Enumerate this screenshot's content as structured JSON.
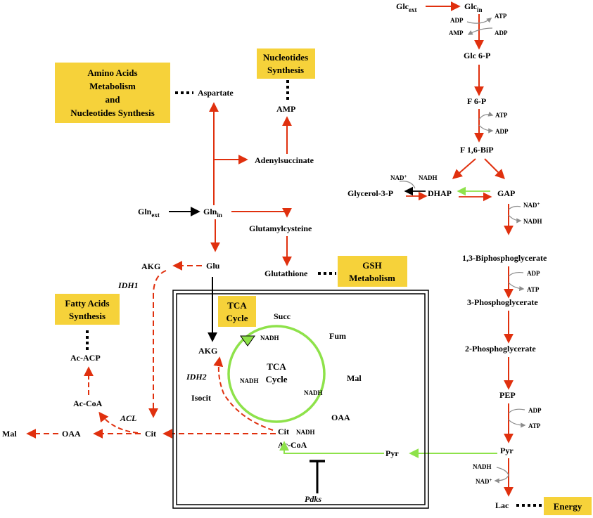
{
  "colors": {
    "red": "#e0300e",
    "green": "#8ee24a",
    "yellow_box": "#f6d23a",
    "gray": "#8c8c8c",
    "black": "#000000"
  },
  "metabolites": {
    "glc_ext": "Glc",
    "glc_ext_sub": "ext",
    "glc_in": "Glc",
    "glc_in_sub": "in",
    "glc6p": "Glc 6-P",
    "f6p": "F 6-P",
    "f16bip": "F 1,6-BiP",
    "glycerol3p": "Glycerol-3-P",
    "dhap": "DHAP",
    "gap": "GAP",
    "bpg13": "1,3-Biphosphoglycerate",
    "pg3": "3-Phosphoglycerate",
    "pg2": "2-Phosphoglycerate",
    "pep": "PEP",
    "pyr_right": "Pyr",
    "lac": "Lac",
    "pyr_mid": "Pyr",
    "gln_ext": "Gln",
    "gln_ext_sub": "ext",
    "gln_in": "Gln",
    "gln_in_sub": "in",
    "aspartate": "Aspartate",
    "amp": "AMP",
    "adenylsuccinate": "Adenylsuccinate",
    "glutamylcysteine": "Glutamylcysteine",
    "glutathione": "Glutathione",
    "glu": "Glu",
    "akg_out": "AKG",
    "akg_in": "AKG",
    "isocit": "Isocit",
    "cit_in": "Cit",
    "acoa_in": "Ac-CoA",
    "succ": "Succ",
    "fum": "Fum",
    "mal_in": "Mal",
    "oaa_in": "OAA",
    "cit_out": "Cit",
    "oaa_out": "OAA",
    "mal_out": "Mal",
    "acoa_out": "Ac-CoA",
    "acacp": "Ac-ACP"
  },
  "cofactors": {
    "adp_1": "ADP",
    "atp_1": "ATP",
    "amp_1": "AMP",
    "adp_2": "ADP",
    "atp_2": "ATP",
    "adp_3": "ADP",
    "nad_gly": "NAD",
    "nadh_gly": "NADH",
    "nad_gap": "NAD",
    "nadh_gap": "NADH",
    "adp_4": "ADP",
    "atp_4": "ATP",
    "adp_5": "ADP",
    "atp_5": "ATP",
    "nadh_lac": "NADH",
    "nad_lac": "NAD",
    "nadh_tca_1": "NADH",
    "nadh_tca_2": "NADH",
    "nadh_tca_3": "NADH",
    "nadh_tca_4": "NADH",
    "plus": "+"
  },
  "enzymes": {
    "idh1": "IDH1",
    "idh2": "IDH2",
    "acl": "ACL",
    "pdks": "Pdks"
  },
  "boxes": {
    "amino_acids": [
      "Amino Acids",
      "Metabolism",
      "and",
      "Nucleotides Synthesis"
    ],
    "nucleotides": [
      "Nucleotides",
      "Synthesis"
    ],
    "gsh": [
      "GSH",
      "Metabolism"
    ],
    "fatty_acids": [
      "Fatty Acids",
      "Synthesis"
    ],
    "tca_box": [
      "TCA",
      "Cycle"
    ],
    "energy": [
      "Energy"
    ]
  },
  "tca_center": [
    "TCA",
    "Cycle"
  ]
}
